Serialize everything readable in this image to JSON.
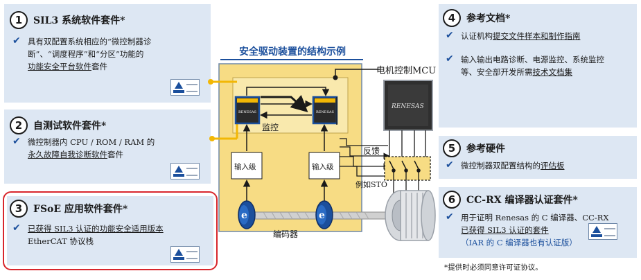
{
  "panels": {
    "p1": {
      "number": "1",
      "title": "SIL3 系统软件套件*",
      "text_1": "具有双配置系统相应的“微控制器诊",
      "text_2": "断”、“调度程序”和“分区”功能的",
      "text_3_link": "功能安全平台软件",
      "text_3_tail": "套件"
    },
    "p2": {
      "number": "2",
      "title": "自测试软件套件*",
      "text_1": "微控制器内 CPU / ROM / RAM 的",
      "text_2_link": "永久故障自我诊断软件",
      "text_2_tail": "套件"
    },
    "p3": {
      "number": "3",
      "title": "FSoE 应用软件套件*",
      "text_1_link": "已获得 SIL3 认证的功能安全适用版本",
      "text_2": "EtherCAT 协议栈"
    },
    "p4": {
      "number": "4",
      "title": "参考文档*",
      "item1_head": "认证机构",
      "item1_link": "提交文件样本和制作指南",
      "item2_1": "输入输出电路诊断、电源监控、系统监控",
      "item2_2_head": "等、安全部开发所需",
      "item2_2_link": "技术文档集"
    },
    "p5": {
      "number": "5",
      "title": "参考硬件",
      "text_head": "微控制器双配置结构的",
      "text_link": "评估板"
    },
    "p6": {
      "number": "6",
      "title": "CC-RX 编译器认证套件*",
      "text_1": "用于证明 Renesas 的 C 编译器、CC-RX",
      "text_2_link": "已获得 SIL3 认证的套件",
      "text_3": "（IAR 的 C 编译器也有认证版）"
    }
  },
  "diagram": {
    "title": "安全驱动装置的结构示例",
    "mcu_label": "电机控制MCU",
    "mcu_chip_text": "RENESAS",
    "chip_small_text": "RENESAS",
    "monitor": "监控",
    "feedback": "反馈",
    "input_left": "输入级",
    "input_right": "输入级",
    "sto_example": "例如STO",
    "encoder": "编码器",
    "encoder_glyph": "e"
  },
  "footnote": "*提供时必须同意许可证协议。",
  "colors": {
    "panel_bg": "#dde7f3",
    "board_bg": "#f7dc84",
    "accent_blue": "#1b4f9c",
    "highlight_red": "#d8262c",
    "connector_yellow": "#f2b705"
  }
}
